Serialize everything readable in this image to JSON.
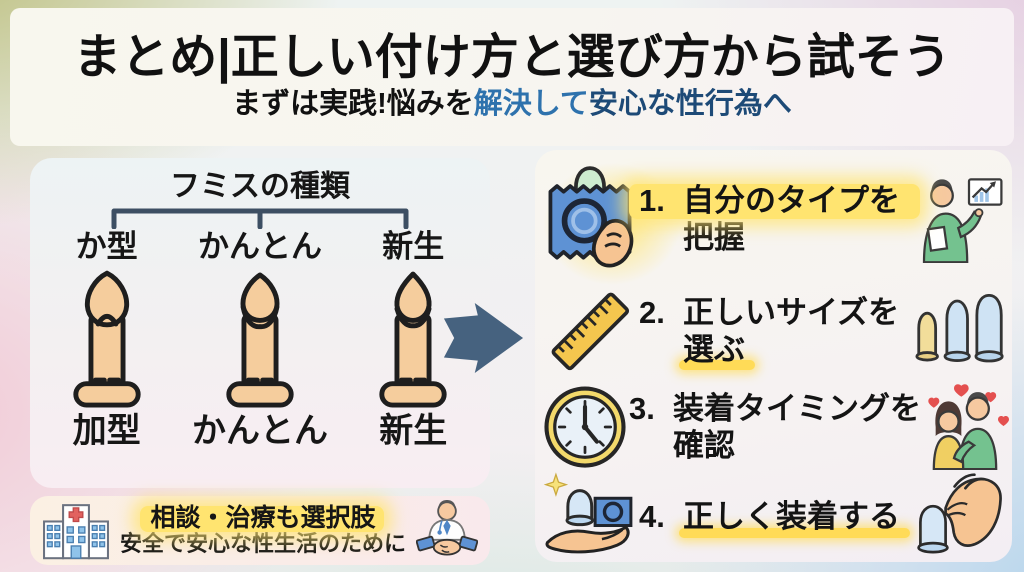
{
  "header": {
    "title": "まとめ|正しい付け方と選び方から試そう",
    "subtitle": {
      "part1": "まずは実践!悩みを",
      "part2": "解決して",
      "part3": "安心な性行為へ"
    }
  },
  "left_panel": {
    "title": "フミスの種類",
    "top_labels": [
      "か型",
      "かんとん",
      "新生"
    ],
    "bottom_labels": [
      "加型",
      "かんとん",
      "新生"
    ]
  },
  "steps": [
    {
      "num": "1.",
      "line1": "自分のタイプを",
      "line2": "把握"
    },
    {
      "num": "2.",
      "line1": "正しいサイズを",
      "line2": "選ぶ"
    },
    {
      "num": "3.",
      "line1": "装着タイミングを",
      "line2": "確認"
    },
    {
      "num": "4.",
      "line1": "正しく装着する"
    }
  ],
  "footer": {
    "line1": "相談・治療も選択肢",
    "line2": "安全で安心な性生活のために"
  },
  "icons": {
    "step1": "condom-package-icon",
    "step2": "ruler-icon",
    "step3": "clock-icon",
    "step4": "hand-offering-condom-icon",
    "illus1": "person-pointing-chart",
    "illus2": "condom-sizes",
    "illus3": "couple-hearts",
    "illus4": "hand-pinching-condom",
    "footer_left": "hospital-icon",
    "footer_right": "doctor-handshake-icon"
  },
  "colors": {
    "subtitle_blue": "#2e72ad",
    "subtitle_navy": "#1d4a77",
    "highlight_yellow": "#ffe470",
    "arrow": "#46627f",
    "bracket": "#3d4f63",
    "skin": "#f5cd9d",
    "package_blue": "#5e92d4",
    "condom_green": "#cdeccf"
  }
}
